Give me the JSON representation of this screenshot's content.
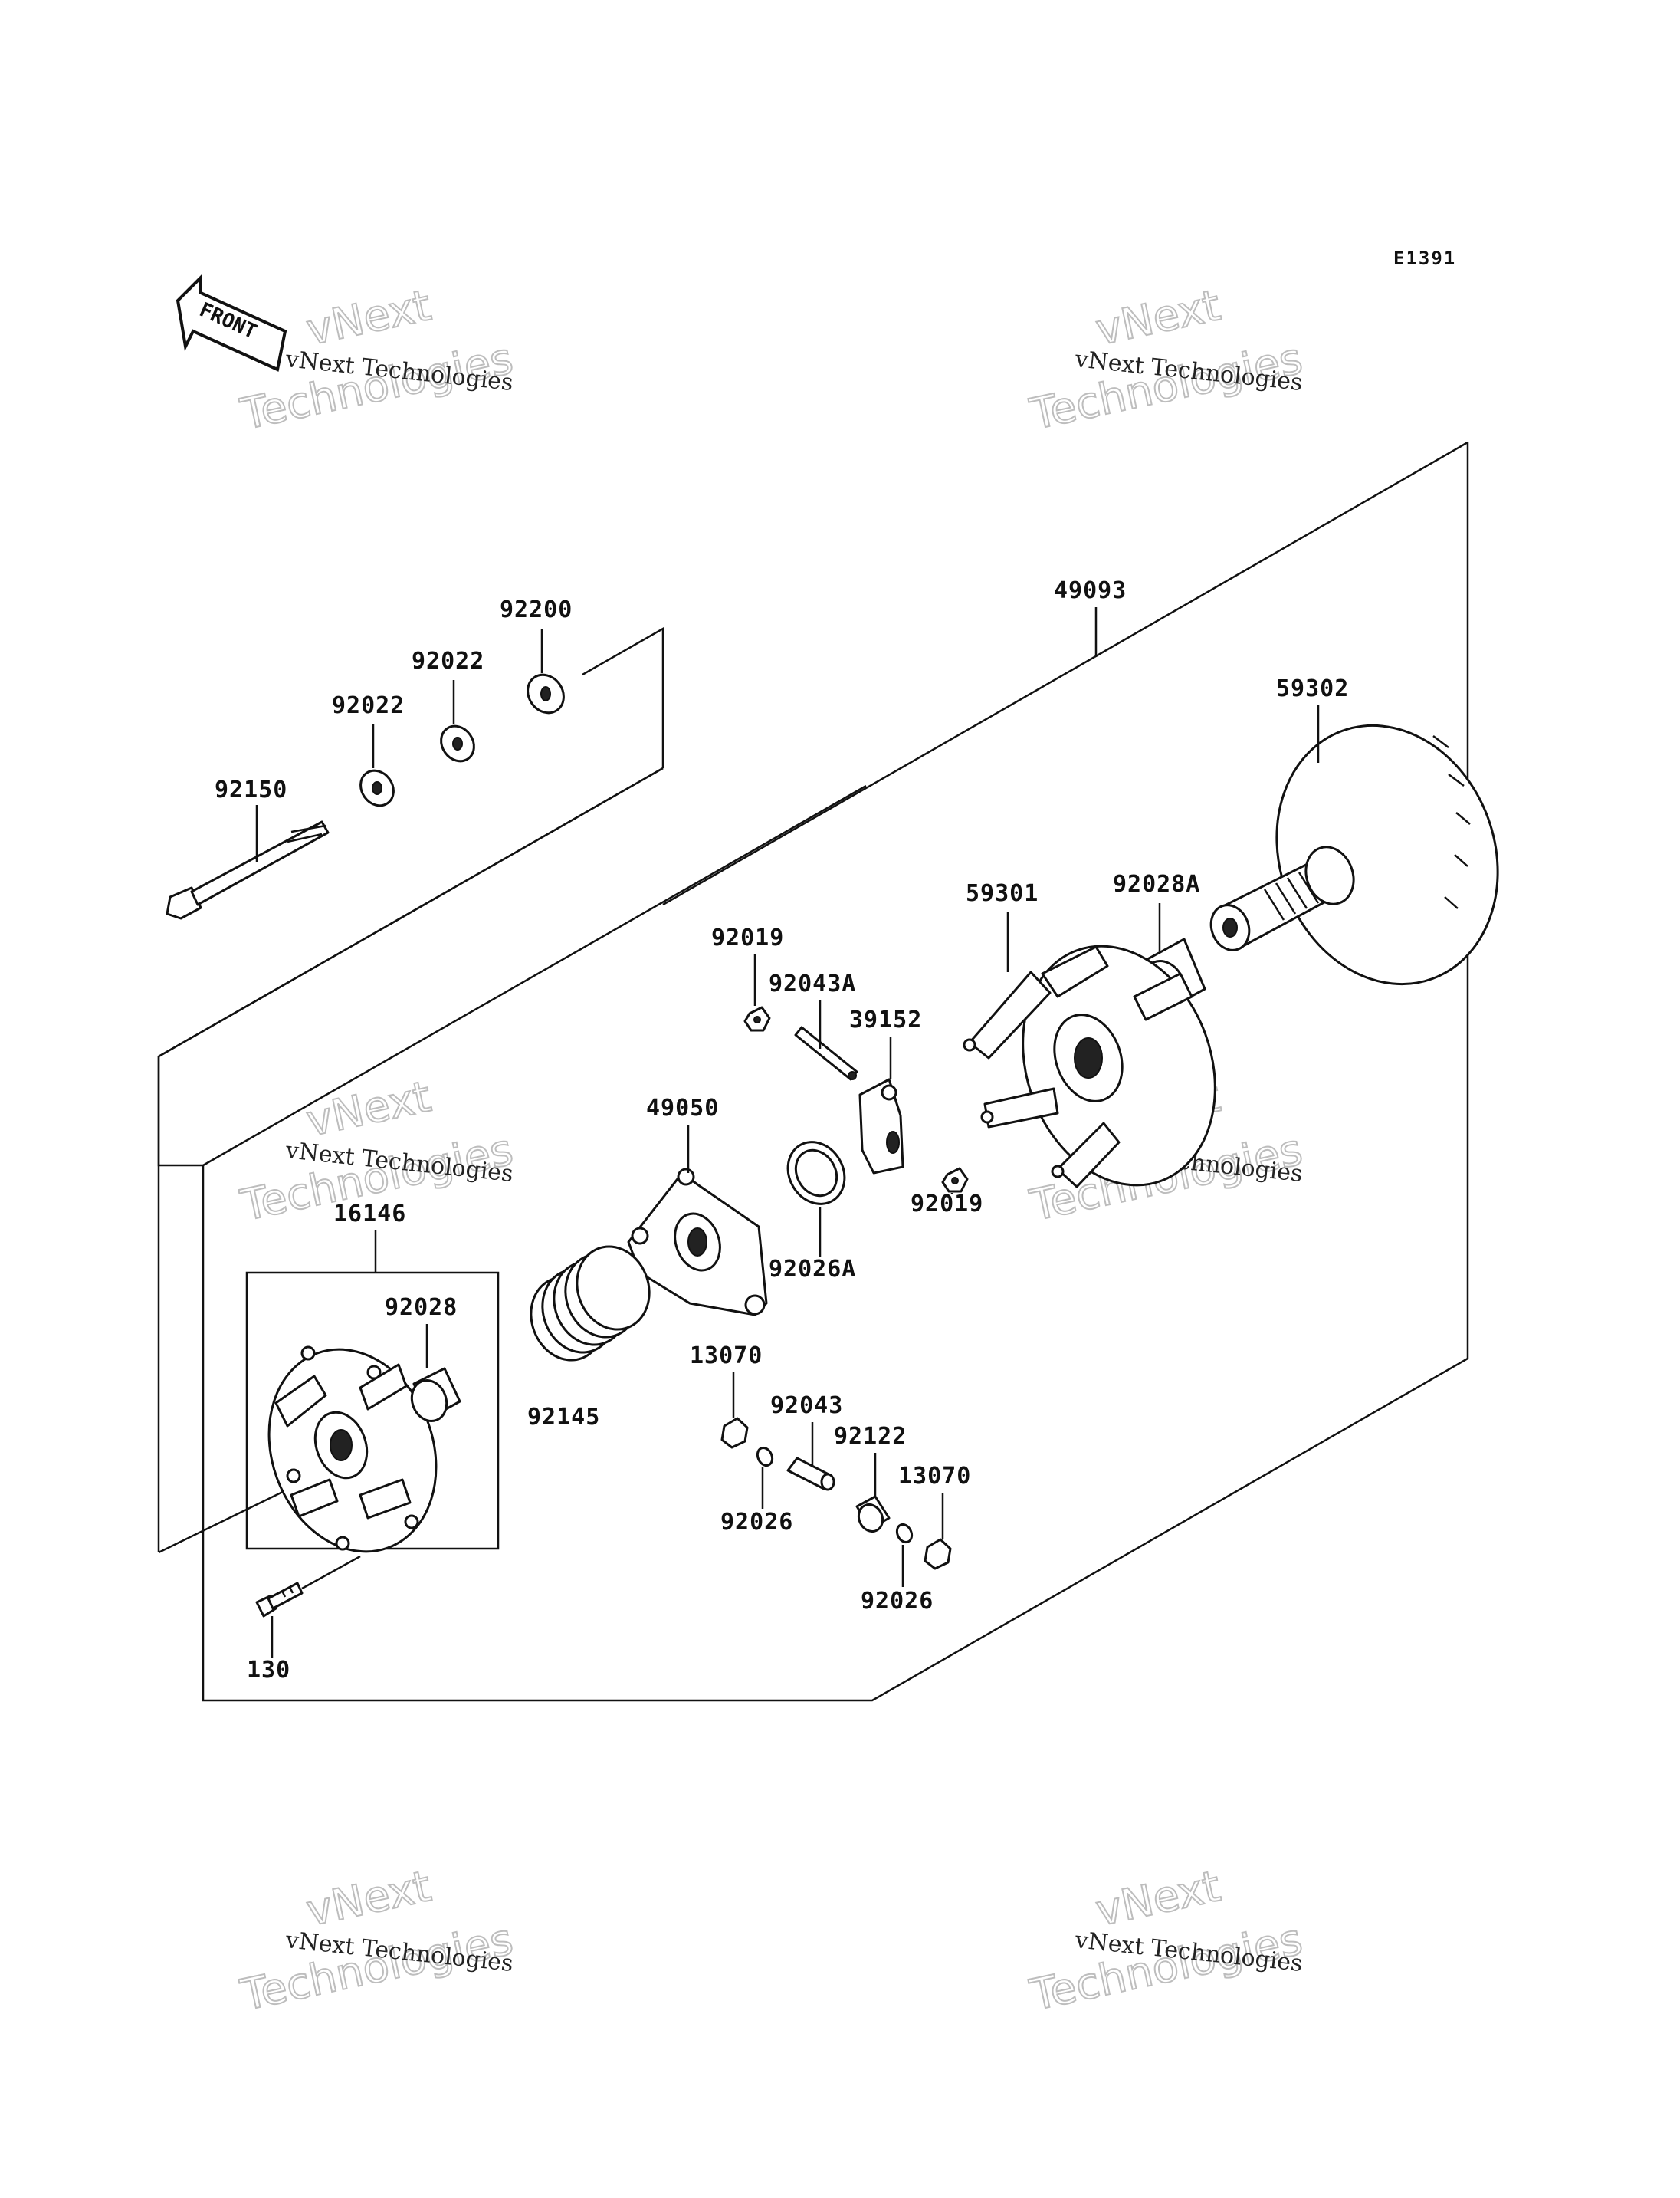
{
  "diagram_code": "E1391",
  "front_arrow_label": "FRONT",
  "watermark": {
    "line1": "vNext Technologies",
    "big1": "vNext",
    "big2": "Technologies"
  },
  "labels": {
    "p92200": "92200",
    "p92022a": "92022",
    "p92022b": "92022",
    "p92150": "92150",
    "p49093": "49093",
    "p59302": "59302",
    "p59301": "59301",
    "p92028A": "92028A",
    "p92019a": "92019",
    "p92043A": "92043A",
    "p39152": "39152",
    "p49050": "49050",
    "p92019b": "92019",
    "p92026A": "92026A",
    "p16146": "16146",
    "p92028": "92028",
    "p92145": "92145",
    "p13070a": "13070",
    "p92043": "92043",
    "p92122": "92122",
    "p13070b": "13070",
    "p92026a": "92026",
    "p92026b": "92026",
    "p130": "130"
  }
}
